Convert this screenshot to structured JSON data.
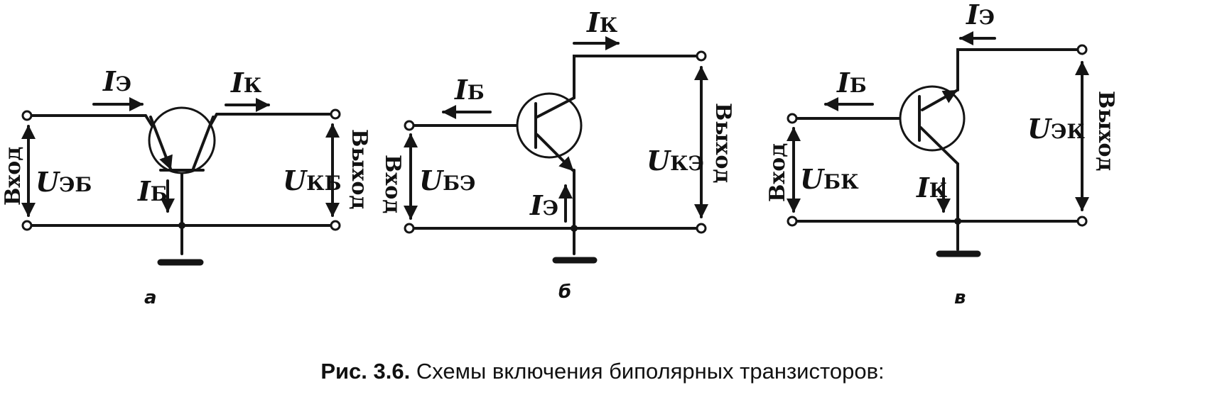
{
  "circuits": [
    {
      "letter": "а",
      "input_label": "Вход",
      "output_label": "Выход",
      "currents": [
        {
          "sym": "I",
          "sub": "Э"
        },
        {
          "sym": "I",
          "sub": "К"
        },
        {
          "sym": "I",
          "sub": "Б"
        }
      ],
      "voltages": [
        {
          "sym": "U",
          "sub": "ЭБ"
        },
        {
          "sym": "U",
          "sub": "КБ"
        }
      ]
    },
    {
      "letter": "б",
      "input_label": "Вход",
      "output_label": "Выход",
      "currents": [
        {
          "sym": "I",
          "sub": "К"
        },
        {
          "sym": "I",
          "sub": "Б"
        },
        {
          "sym": "I",
          "sub": "Э"
        }
      ],
      "voltages": [
        {
          "sym": "U",
          "sub": "БЭ"
        },
        {
          "sym": "U",
          "sub": "КЭ"
        }
      ]
    },
    {
      "letter": "в",
      "input_label": "Вход",
      "output_label": "Выход",
      "currents": [
        {
          "sym": "I",
          "sub": "Э"
        },
        {
          "sym": "I",
          "sub": "Б"
        },
        {
          "sym": "I",
          "sub": "К"
        }
      ],
      "voltages": [
        {
          "sym": "U",
          "sub": "БК"
        },
        {
          "sym": "U",
          "sub": "ЭК"
        }
      ]
    }
  ],
  "caption": {
    "prefix": "Рис. 3.6.",
    "text": "Схемы включения биполярных транзисторов:"
  }
}
